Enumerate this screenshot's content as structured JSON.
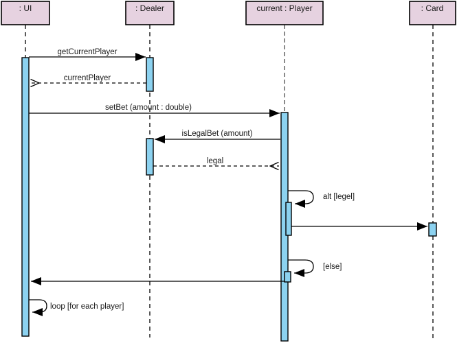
{
  "diagram": {
    "type": "uml-sequence-diagram",
    "colors": {
      "background": "#ffffff",
      "lifeline_header_fill": "#e6d2e0",
      "lifeline_header_stroke": "#000000",
      "activation_fill": "#8cd2f0",
      "activation_stroke": "#000000",
      "message_stroke": "#000000",
      "player_lifeline_stroke": "#8a8a8a"
    },
    "lifelines": [
      {
        "name": ": UI"
      },
      {
        "name": ": Dealer"
      },
      {
        "name": "current : Player"
      },
      {
        "name": ": Card"
      }
    ],
    "messages": [
      {
        "label": "getCurrentPlayer",
        "from": ": UI",
        "to": ": Dealer",
        "kind": "sync"
      },
      {
        "label": "currentPlayer",
        "from": ": Dealer",
        "to": ": UI",
        "kind": "return"
      },
      {
        "label": "setBet (amount : double)",
        "from": ": UI",
        "to": "current : Player",
        "kind": "sync"
      },
      {
        "label": "isLegalBet (amount)",
        "from": "current : Player",
        "to": ": Dealer",
        "kind": "sync"
      },
      {
        "label": "legal",
        "from": ": Dealer",
        "to": "current : Player",
        "kind": "return"
      },
      {
        "label": "alt [legel]",
        "from": "current : Player",
        "to": "current : Player",
        "kind": "self"
      },
      {
        "label": "",
        "from": "current : Player",
        "to": ": Card",
        "kind": "sync"
      },
      {
        "label": "[else]",
        "from": "current : Player",
        "to": "current : Player",
        "kind": "self"
      },
      {
        "label": "",
        "from": "current : Player",
        "to": ": UI",
        "kind": "sync"
      },
      {
        "label": "loop [for each player]",
        "from": ": UI",
        "to": ": UI",
        "kind": "self"
      }
    ]
  }
}
